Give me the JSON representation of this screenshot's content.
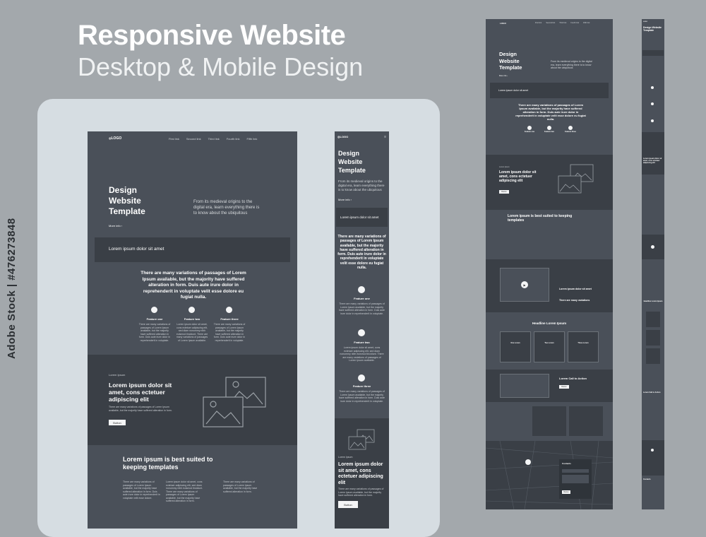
{
  "heading": {
    "title": "Responsive Website",
    "subtitle": "Desktop & Mobile Design"
  },
  "stock_id": "Adobe Stock | #476273848",
  "template": {
    "logo": "LOGO",
    "nav": [
      "First link",
      "Second link",
      "Third link",
      "Fourth link",
      "Fifth link"
    ],
    "hero_title": "Design Website Template",
    "hero_text": "From its medieval origins to the digital era, learn everything there is to know about the ubiquitous",
    "more_info": "More info ›",
    "banner": "Lorem ipsum dolor sit amet",
    "passage": "There are many variations of passages of Lorem Ipsum available, but the majority have suffered alteration in form. Duis aute irure dolor in reprehenderit in voluptate velit esse dolore eu fugiat nulla.",
    "passage_mobile": "There are many variations of passages of Lorem Ipsum available, but the majority have suffered alteration in form. Duis aute irure dolor in reprehenderit in voluptate velit esse dolore eu fugiat nulla.",
    "features": [
      {
        "title": "Feature one",
        "text": "There are many variations of passages of Lorem Ipsum available, but the majority have suffered alteration in form. Duis aute irure dolor in reprehenderit in voluptate."
      },
      {
        "title": "Feature two",
        "text": "Lorem ipsum dolor sit amet, cons ectetuer adipiscing elit, sed diam nonummy nibh euismod tincidunt. There are many variations of passages of Lorem Ipsum available."
      },
      {
        "title": "Feature three",
        "text": "There are many variations of passages of Lorem Ipsum available, but the majority have suffered alteration in form. Duis aute irure dolor in reprehenderit in voluptate."
      }
    ],
    "eyebrow": "Lorem Ipsum",
    "promo_title": "Lorem ipsum dolor sit amet, cons ectetuer adipiscing elit",
    "promo_text": "There are many variations of passages of Lorem Ipsum available, but the majority have suffered alteration in form.",
    "button": "Button",
    "templates_title": "Lorem ipsum is best suited to keeping templates",
    "col_texts": [
      "There are many variations of passages of Lorem Ipsum available, but the majority have suffered alteration in form. Duis aute irure dolor in reprehenderit in voluptate velit esse dolore.",
      "Lorem ipsum dolor sit amet, cons ectetuer adipiscing elit, sed diam nonummy nibh euismod tincidunt. There are many variations of passages of Lorem Ipsum available, but the majority have suffered alteration in form.",
      "There are many variations of passages of Lorem Ipsum available, but the majority have suffered alteration in form."
    ],
    "video_heading": "Lorem ipsum dolor sit amet",
    "video_sub": "There are many variations",
    "headline": "Headline Lorem Ipsum",
    "cards": [
      "One Lorem",
      "Two Lorem",
      "Three Lorem"
    ],
    "cta": "Lorem Call to Action",
    "contacts": "Contacts",
    "more": "More info"
  }
}
